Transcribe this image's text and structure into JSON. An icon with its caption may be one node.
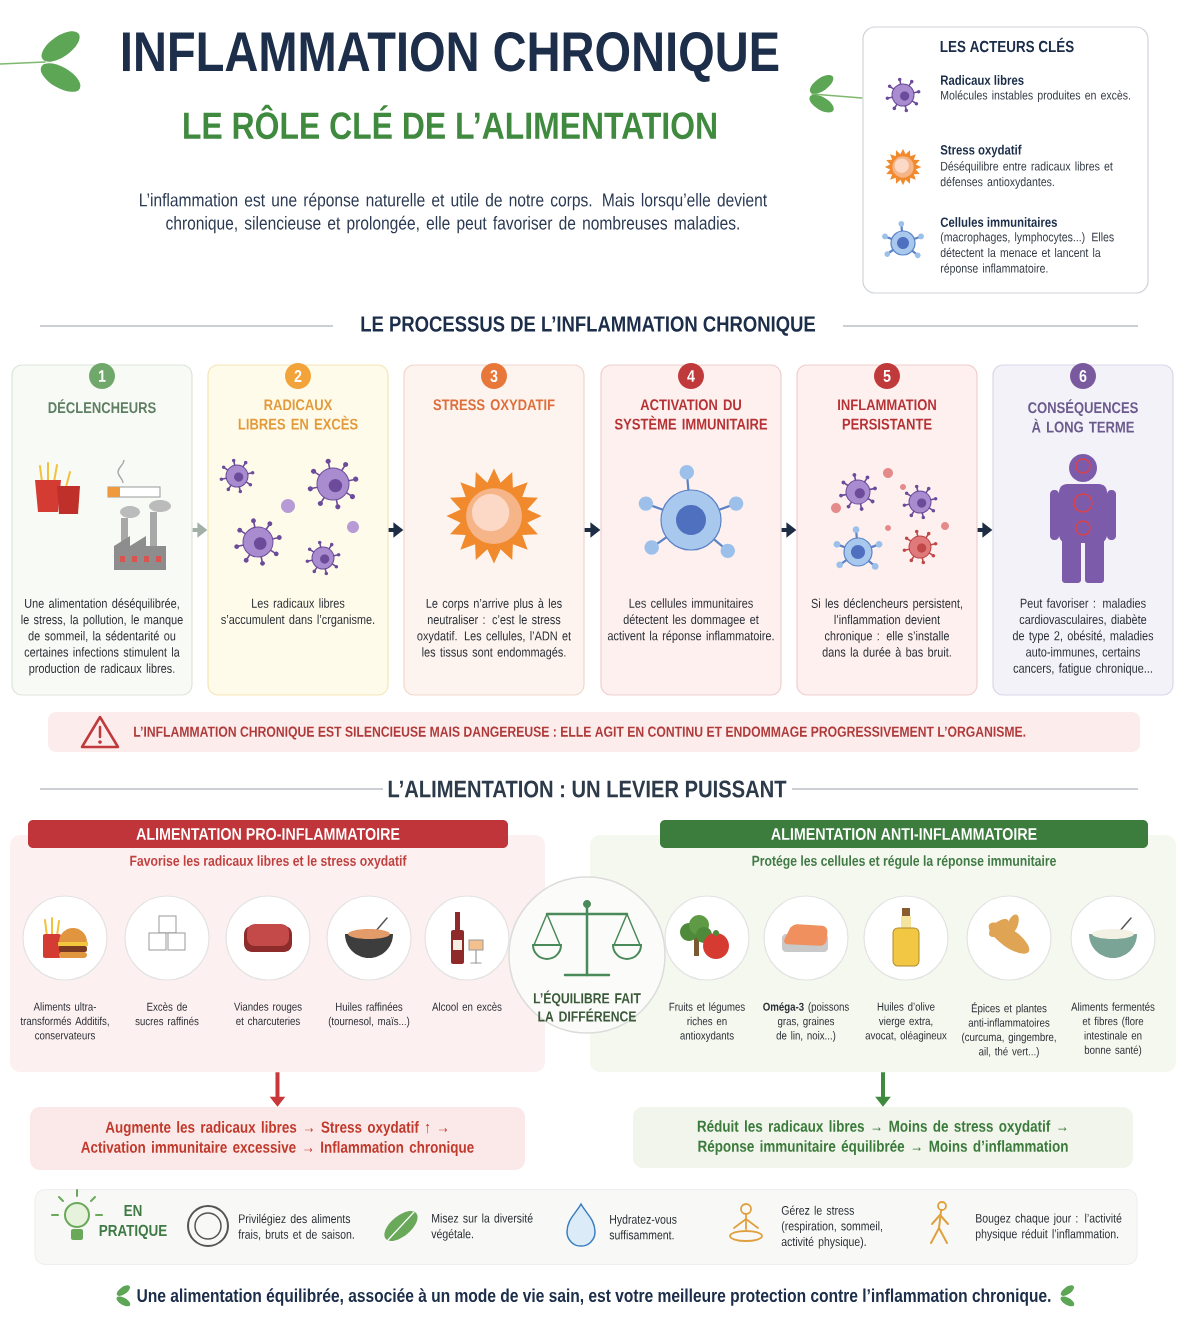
{
  "diagram": {
    "title": "INFLAMMATION CHRONIQUE",
    "caption": "Une alimentation équilibrée, associée à un mode de vie sain, est votre meilleure protection contre l’inflammation chronique.",
    "nodes": [
      {
        "text": [
          "LES ACTEURS CLÉS",
          "Radicaux libres",
          "Molécules instables produites en excès.",
          "Stress oxydatif",
          "Déséquilibre entre radicaux libres et défenses antioxydantes.",
          "Cellules immunitaires",
          "(macrophages, lymphocytes...) Elles détectent la menace et lancent la réponse inflammatoire."
        ]
      },
      {
        "text": [
          "1",
          "DÉCLENCHEURS",
          "Une alimentation déséquilibrée, le stress, la pollution, le manque de sommeil, la sédentarité ou certaines infections stimulent la production de radicaux libres."
        ]
      },
      {
        "text": [
          "2",
          "RADICAUX LIBRES EN EXCÈS",
          "Les radicaux libres s’accumulent dans l’crganisme."
        ]
      },
      {
        "text": [
          "3",
          "STRESS OXYDATIF",
          "Le corps n’arrive plus à les neutraliser : c’est le stress oxydatif. Les cellules, l’ADN et les tissus sont endommagés."
        ]
      },
      {
        "text": [
          "4",
          "ACTIVATION DU SYSTÈME IMMUNITAIRE",
          "Les cellules immunitaires détectent les dommagee et activent la réponse inflammatoire."
        ]
      },
      {
        "text": [
          "5",
          "INFLAMMATION PERSISTANTE",
          "Si les déclencheurs persistent, l’inflammation devient chronique : elle s’installe dans la durée à bas bruit."
        ]
      },
      {
        "text": [
          "6",
          "CONSÉQUENCES À LONG TERME",
          "Peut favoriser : maladies cardiovasculaires, diabète de type 2, obésité, maladies auto-immunes, certains cancers, fatigue chronique..."
        ]
      },
      {
        "text": [
          "L’INFLAMMATION CHRONIQUE EST SILENCIEUSE MAIS DANGEREUSE : ELLE AGIT EN CONTINU ET ENDOMMAGE PROGRESSIVEMENT L’ORGANISME."
        ]
      },
      {
        "text": [
          "ALIMENTATION PRO-INFLAMMATOIRE",
          "Favorise les radicaux libres et le stress oxydatif"
        ]
      },
      {
        "text": [
          "Aliments ultra-transformés Additifs, conservateurs"
        ],
        "in": 8
      },
      {
        "text": [
          "Excès de sucres raffinés"
        ],
        "in": 8
      },
      {
        "text": [
          "Viandes rouges et charcuteries"
        ],
        "in": 8
      },
      {
        "text": [
          "Huiles raffinées (tournesol, maïs...)"
        ],
        "in": 8
      },
      {
        "text": [
          "Alcool en excès"
        ],
        "in": 8
      },
      {
        "text": [
          "L’ÉQUILIBRE FAIT LA DIFFÉRENCE"
        ]
      },
      {
        "text": [
          "ALIMENTATION ANTI-INFLAMMATOIRE",
          "Protége les cellules et régule la réponse immunitaire"
        ]
      },
      {
        "text": [
          "Fruits et légumes riches en antioxydants"
        ],
        "in": 15
      },
      {
        "text": [
          "**Oméga-3** (poissons gras, graines de lin, noix...)"
        ],
        "in": 15
      },
      {
        "text": [
          "Huiles d’olive vierge extra, avocat, oléagineux"
        ],
        "in": 15
      },
      {
        "text": [
          "Épices et plantes anti-inflammatoires (curcuma, gingembre, ail, thé vert...)"
        ],
        "in": 15
      },
      {
        "text": [
          "Aliments fermentés et fibres (flore intestinale en bonne santé)"
        ],
        "in": 15
      },
      {
        "text": [
          "Augmente les radicaux libres → Stress oxydatif ↑ → Activation immunitaire excessive → Inflammation chronique"
        ]
      },
      {
        "text": [
          "Réduit les radicaux libres → Moins de stress oxydatif → Réponse immunitaire équilibrée → Moins d’inflammation"
        ]
      },
      {
        "text": [
          "EN PRATIQUE",
          "Privilégiez des aliments frais, bruts et de saison.",
          "Misez sur la diversité végétale.",
          "Hydratez-vous suffisamment.",
          "Gérez le stress (respiration, sommeil, activité physique).",
          "Bougez chaque jour : l’activité physique réduit l’inflammation."
        ]
      }
    ],
    "edges": [
      {
        "from": 1,
        "to": 2,
        "arrow": "to",
        "color": "#a3b0a8"
      },
      {
        "from": 2,
        "to": 3,
        "arrow": "to"
      },
      {
        "from": 3,
        "to": 4,
        "arrow": "to"
      },
      {
        "from": 4,
        "to": 5,
        "arrow": "to"
      },
      {
        "from": 5,
        "to": 6,
        "arrow": "to"
      },
      {
        "from": 8,
        "to": 21,
        "arrow": "to",
        "color": "#c8383a"
      },
      {
        "from": 15,
        "to": 22,
        "arrow": "to",
        "color": "#3f8a3f"
      }
    ],
    "labels": [
      "LE RÔLE CLÉ DE L’ALIMENTATION",
      "L’inflammation est une réponse naturelle et utile de notre corps. Mais lorsqu’elle devient chronique, silencieuse et prolongée, elle peut favoriser de nombreuses maladies.",
      "LE PROCESSUS DE L’INFLAMMATION CHRONIQUE",
      "L’ALIMENTATION : UN LEVIER PUISSANT"
    ]
  }
}
